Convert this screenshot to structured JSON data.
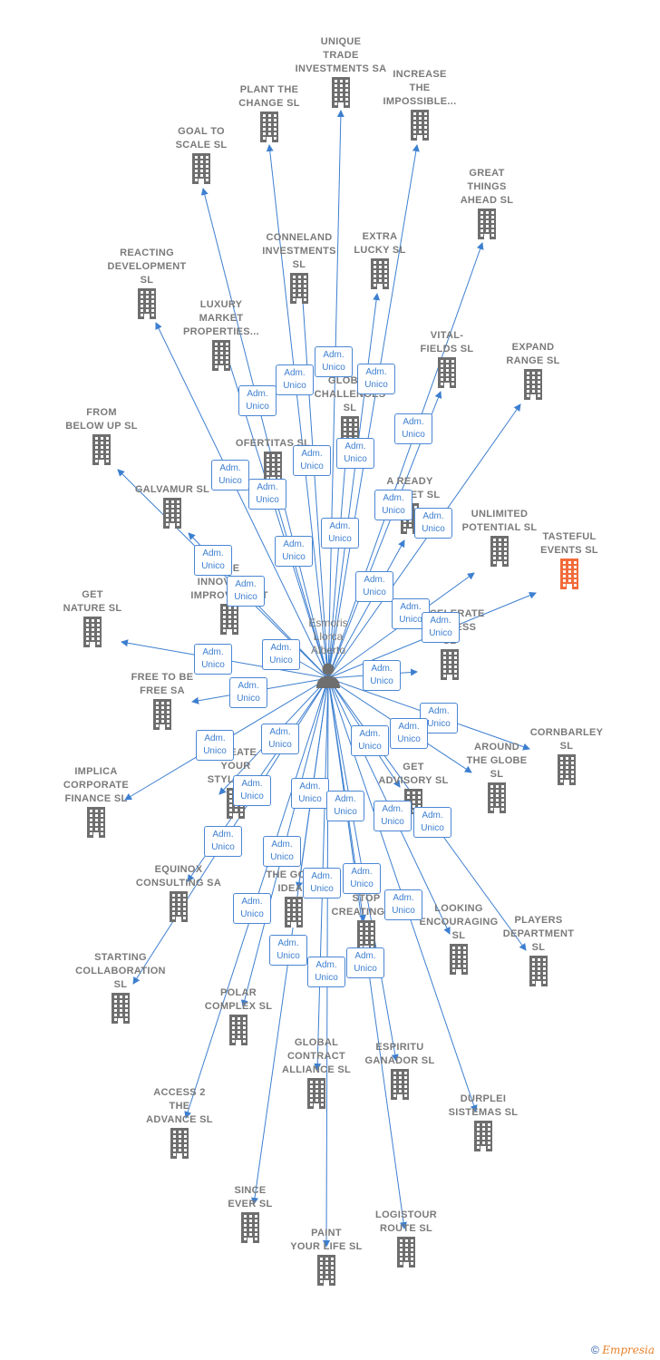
{
  "center": {
    "name": "Esmoris\nLlorca\nAlberto",
    "icon": "person-icon"
  },
  "edge_label": "Adm.\nUnico",
  "footer": {
    "copyright": "©",
    "brand": "Empresia"
  },
  "colors": {
    "edge": "#3d7fd0",
    "node": "#6e6e6e",
    "highlight": "#f26b3a"
  },
  "nodes": [
    {
      "id": "unique-trade-investments-sa",
      "label": "UNIQUE\nTRADE\nINVESTMENTS SA"
    },
    {
      "id": "plant-the-change-sl",
      "label": "PLANT THE\nCHANGE  SL"
    },
    {
      "id": "increase-the-impossible",
      "label": "INCREASE\nTHE\nIMPOSSIBLE..."
    },
    {
      "id": "goal-to-scale-sl",
      "label": "GOAL TO\nSCALE  SL"
    },
    {
      "id": "great-things-ahead-sl",
      "label": "GREAT\nTHINGS\nAHEAD  SL"
    },
    {
      "id": "conneland-investments-sl",
      "label": "CONNELAND\nINVESTMENTS\nSL"
    },
    {
      "id": "extra-lucky-sl",
      "label": "EXTRA\nLUCKY  SL"
    },
    {
      "id": "reacting-development-sl",
      "label": "REACTING\nDEVELOPMENT\nSL"
    },
    {
      "id": "luxury-market-properties",
      "label": "LUXURY\nMARKET\nPROPERTIES..."
    },
    {
      "id": "vital-fields-sl",
      "label": "VITAL-\nFIELDS  SL"
    },
    {
      "id": "expand-range-sl",
      "label": "EXPAND\nRANGE  SL"
    },
    {
      "id": "global-challenges-sl",
      "label": "GLOBAL\nCHALLENGES\nSL"
    },
    {
      "id": "from-below-up-sl",
      "label": "FROM\nBELOW UP  SL"
    },
    {
      "id": "ofertitas-sl",
      "label": "OFERTITAS  SL"
    },
    {
      "id": "a-ready-market-sl",
      "label": "A READY\nMARKET  SL"
    },
    {
      "id": "galvamur-sl",
      "label": "GALVAMUR  SL"
    },
    {
      "id": "unlimited-potential-sl",
      "label": "UNLIMITED\nPOTENTIAL  SL"
    },
    {
      "id": "tasteful-events-sl",
      "label": "TASTEFUL\nEVENTS  SL"
    },
    {
      "id": "the-innovation-improvement",
      "label": "THE\nINNOVATION\nIMPROVEMENT"
    },
    {
      "id": "get-nature-sl",
      "label": "GET\nNATURE  SL"
    },
    {
      "id": "accelerate-business-sl",
      "label": "ACCELERATE\nBUSINESS\nSL"
    },
    {
      "id": "free-to-be-free-sa",
      "label": "FREE TO BE\nFREE SA"
    },
    {
      "id": "cornbarley-sl",
      "label": "CORNBARLEY\nSL"
    },
    {
      "id": "around-the-globe-sl",
      "label": "AROUND\nTHE GLOBE\nSL"
    },
    {
      "id": "implica-corporate-finance-sl",
      "label": "IMPLICA\nCORPORATE\nFINANCE  SL"
    },
    {
      "id": "create-your-styles-sl",
      "label": "CREATE\nYOUR\nSTYLES  SL"
    },
    {
      "id": "get-advisory-sl",
      "label": "GET\nADVISORY  SL"
    },
    {
      "id": "equinox-consulting-sa",
      "label": "EQUINOX\nCONSULTING SA"
    },
    {
      "id": "the-good-ideas",
      "label": "THE GOOD\nIDEAS"
    },
    {
      "id": "stop-creating-sl",
      "label": "STOP\nCREATING  SL"
    },
    {
      "id": "looking-encouraging-sl",
      "label": "LOOKING\nENCOURAGING\nSL"
    },
    {
      "id": "players-department-sl",
      "label": "PLAYERS\nDEPARTMENT\nSL"
    },
    {
      "id": "starting-collaboration-sl",
      "label": "STARTING\nCOLLABORATION\nSL"
    },
    {
      "id": "polar-complex-sl",
      "label": "POLAR\nCOMPLEX  SL"
    },
    {
      "id": "espiritu-ganador-sl",
      "label": "ESPIRITU\nGANADOR SL"
    },
    {
      "id": "global-contract-alliance-sl",
      "label": "GLOBAL\nCONTRACT\nALLIANCE  SL"
    },
    {
      "id": "durplei-sistemas-sl",
      "label": "DURPLEI\nSISTEMAS  SL"
    },
    {
      "id": "access-2-the-advance-sl",
      "label": "ACCESS 2\nTHE\nADVANCE  SL"
    },
    {
      "id": "since-ever-sl",
      "label": "SINCE\nEVER  SL"
    },
    {
      "id": "logistour-route-sl",
      "label": "LOGISTOUR\nROUTE  SL"
    },
    {
      "id": "paint-your-life-sl",
      "label": "PAINT\nYOUR LIFE  SL"
    }
  ]
}
